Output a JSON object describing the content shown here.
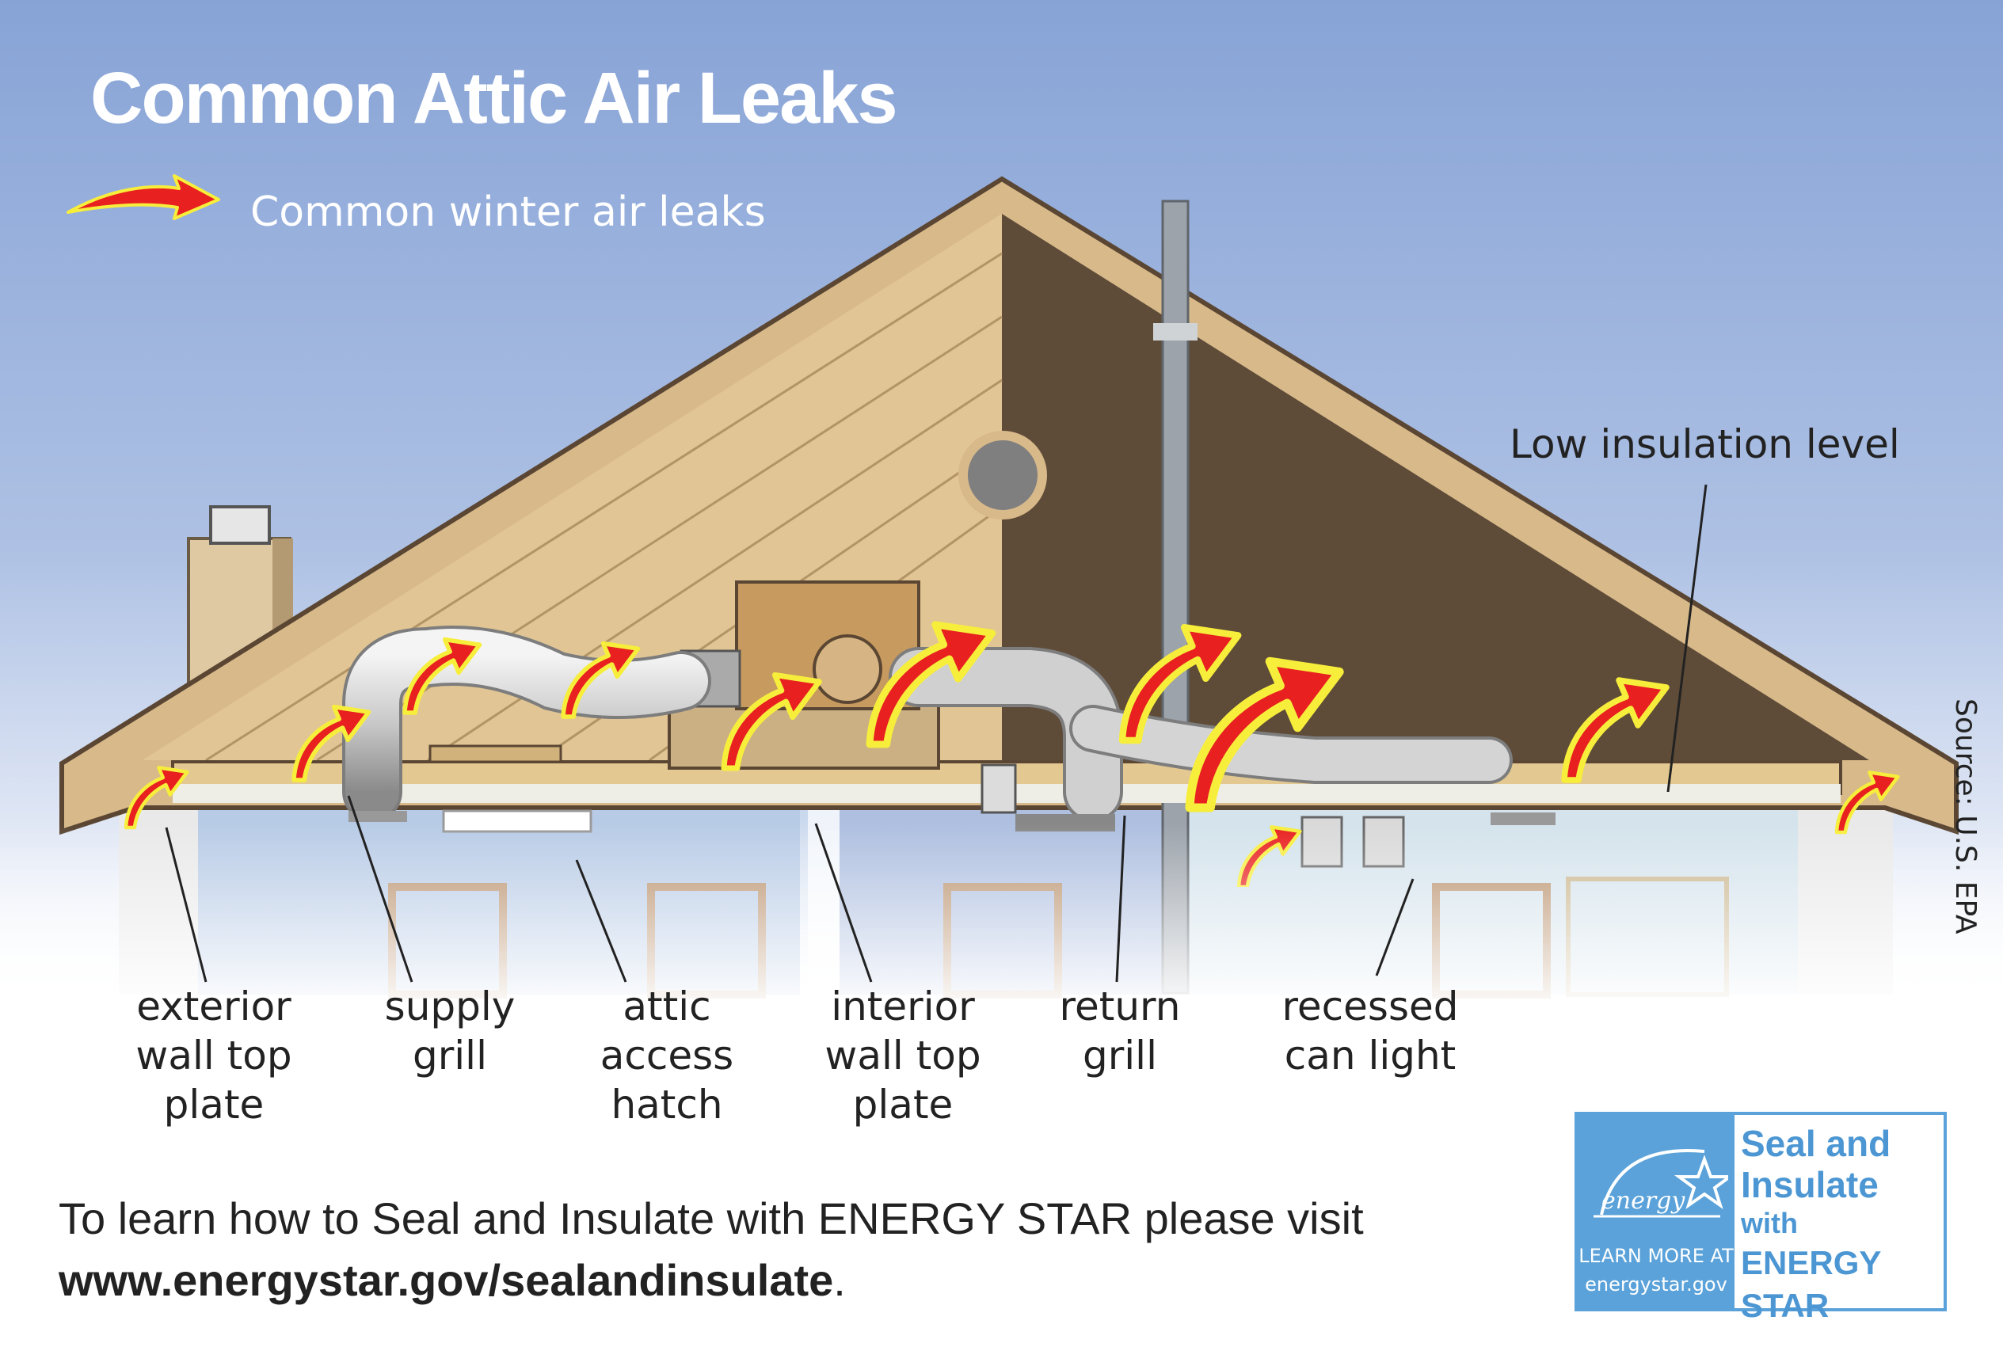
{
  "title": "Common Attic Air Leaks",
  "legend": {
    "label": "Common winter air leaks"
  },
  "source": "Source: U.S. EPA",
  "insulation_label": "Low insulation level",
  "callouts": [
    {
      "lines": [
        "exterior",
        "wall top",
        "plate"
      ]
    },
    {
      "lines": [
        "supply",
        "grill"
      ]
    },
    {
      "lines": [
        "attic",
        "access",
        "hatch"
      ]
    },
    {
      "lines": [
        "interior",
        "wall top",
        "plate"
      ]
    },
    {
      "lines": [
        "return",
        "grill"
      ]
    },
    {
      "lines": [
        "recessed",
        "can light"
      ]
    }
  ],
  "footer": {
    "line1": "To learn how to Seal and Insulate with ENERGY STAR please visit",
    "url": "www.energystar.gov/sealandinsulate",
    "period": "."
  },
  "badge": {
    "logo_word": "energy",
    "learn_line1": "LEARN MORE AT",
    "learn_line2": "energystar.gov",
    "title_line1": "Seal and",
    "title_line2": "Insulate",
    "title_line3": "with",
    "title_line4": "ENERGY STAR"
  },
  "colors": {
    "sky_top": "#87a3d6",
    "arrow_fill": "#e8201f",
    "arrow_glow": "#f7ee3c",
    "roof_trim": "#d8b98a",
    "attic_wall": "#5e4b38",
    "badge_blue": "#5aa2d9"
  },
  "icons": [
    "leak-arrow-icon",
    "energy-star-icon"
  ]
}
